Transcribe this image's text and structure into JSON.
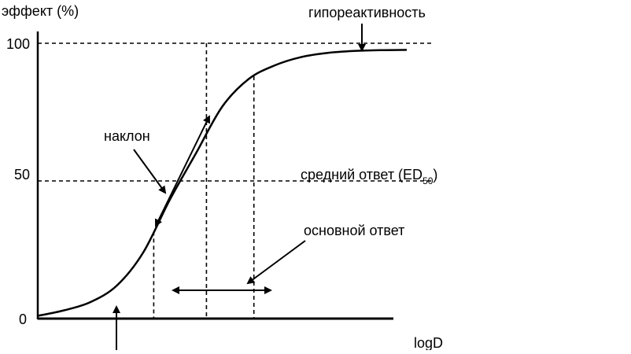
{
  "chart_data": {
    "type": "line",
    "ylabel": "эффект (%)",
    "xlabel": "logD",
    "ylim": [
      0,
      100
    ],
    "y_ticks": [
      {
        "value": 0,
        "label": "0"
      },
      {
        "value": 50,
        "label": "50"
      },
      {
        "value": 100,
        "label": "100"
      }
    ],
    "grid": false,
    "series": [
      {
        "x": [
          0.0,
          0.5,
          1.0,
          1.5,
          2.0,
          2.5,
          3.0,
          3.5,
          4.0,
          4.5,
          5.0,
          5.5,
          6.0,
          6.5,
          7.0
        ],
        "y": [
          1,
          3,
          6,
          12,
          24,
          43,
          60,
          77,
          87,
          92,
          95,
          96.5,
          97.2,
          97.5,
          97.6
        ]
      }
    ],
    "reference_lines": [
      {
        "axis": "y",
        "value": 100,
        "style": "dashed"
      },
      {
        "axis": "y",
        "value": 50,
        "style": "dashed"
      },
      {
        "axis": "x",
        "value": 2.2,
        "style": "dashed"
      },
      {
        "axis": "x",
        "value": 3.2,
        "style": "dashed"
      },
      {
        "axis": "x",
        "value": 4.1,
        "style": "dashed"
      }
    ],
    "annotations": {
      "hyporeactivity": "гипореактивность",
      "slope": "наклон",
      "median_response_main": "средний ответ (ED",
      "median_response_sub": "50",
      "median_response_close": ")",
      "main_response": "основной ответ"
    },
    "colors": {
      "line": "#000000",
      "background": "#ffffff"
    }
  }
}
